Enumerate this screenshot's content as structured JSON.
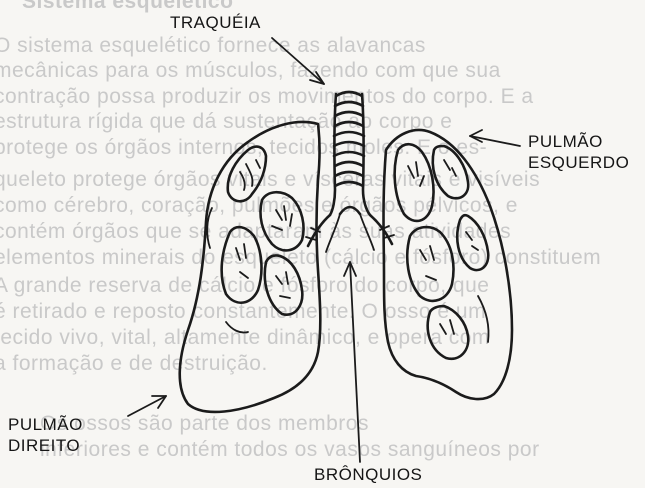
{
  "labels": {
    "traqueia": "TRAQUÉIA",
    "pulmao_esquerdo": [
      "PULMÃO",
      "ESQUERDO"
    ],
    "pulmao_direito": [
      "PULMÃO",
      "DIREITO"
    ],
    "bronquios": "BRÔNQUIOS"
  },
  "background_text": {
    "heading": "Sistema esquelético",
    "lines": [
      "O sistema esquelético fornece as alavancas",
      "mecânicas para os músculos, fazendo com que sua",
      "contração possa produzir os movimentos do corpo. E a",
      "estrutura rígida que dá sustentação ao corpo e",
      "protege os órgãos internos, tecidos moles. E o es-",
      "queleto protege órgãos vitais e vísceras vitais e visíveis",
      "como cérebro, coração, pulmões e órgãos pélvicos, e",
      "contém órgãos que se adaptaram às suas atividades",
      "elementos minerais do esqueleto (cálcio e fósforo) constituem",
      "A grande reserva de cálcio e fósforo do corpo, que",
      "é retirado e reposto constantemente. O osso é um",
      "tecido vivo, vital, altamente dinâmico, e opera com",
      "a formação e de destruição.",
      "",
      "Os ossos são parte dos membros",
      "inferiores e contém todos os vasos sanguíneos por"
    ]
  },
  "colors": {
    "background": "#f7f6f3",
    "ink": "#1b1b1b",
    "bleed_through": "#c9c9c9"
  }
}
